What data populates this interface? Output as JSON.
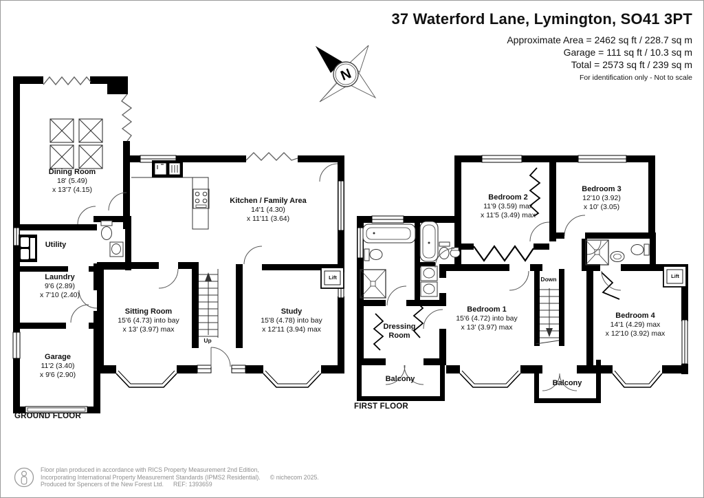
{
  "header": {
    "title": "37 Waterford Lane, Lymington, SO41 3PT",
    "line1": "Approximate Area = 2462 sq ft / 228.7 sq m",
    "line2": "Garage = 111 sq ft / 10.3 sq m",
    "line3": "Total = 2573 sq ft / 239 sq m",
    "disclaimer": "For identification only - Not to scale"
  },
  "compass": {
    "north": "N"
  },
  "ground": {
    "floor_label": "GROUND FLOOR",
    "dining": {
      "name": "Dining Room",
      "d1": "18' (5.49)",
      "d2": "x 13'7 (4.15)"
    },
    "kitchen": {
      "name": "Kitchen / Family Area",
      "d1": "14'1 (4.30)",
      "d2": "x 11'11 (3.64)"
    },
    "utility": {
      "name": "Utility"
    },
    "laundry": {
      "name": "Laundry",
      "d1": "9'6 (2.89)",
      "d2": "x 7'10 (2.40)"
    },
    "sitting": {
      "name": "Sitting Room",
      "d1": "15'6 (4.73) into bay",
      "d2": "x 13' (3.97) max"
    },
    "study": {
      "name": "Study",
      "d1": "15'8 (4.78) into bay",
      "d2": "x 12'11 (3.94) max"
    },
    "garage": {
      "name": "Garage",
      "d1": "11'2 (3.40)",
      "d2": "x 9'6 (2.90)"
    },
    "up": "Up",
    "lift": "Lift"
  },
  "first": {
    "floor_label": "FIRST FLOOR",
    "bedroom1": {
      "name": "Bedroom 1",
      "d1": "15'6 (4.72) into bay",
      "d2": "x 13' (3.97) max"
    },
    "bedroom2": {
      "name": "Bedroom 2",
      "d1": "11'9 (3.59) max",
      "d2": "x 11'5 (3.49) max"
    },
    "bedroom3": {
      "name": "Bedroom 3",
      "d1": "12'10 (3.92)",
      "d2": "x 10' (3.05)"
    },
    "bedroom4": {
      "name": "Bedroom 4",
      "d1": "14'1 (4.29) max",
      "d2": "x 12'10 (3.92) max"
    },
    "dressing": {
      "name": "Dressing Room"
    },
    "balcony_left": {
      "name": "Balcony"
    },
    "balcony_right": {
      "name": "Balcony"
    },
    "down": "Down",
    "lift": "Lift"
  },
  "footer": {
    "line1": "Floor plan produced in accordance with RICS Property Measurement 2nd Edition,",
    "line2": "Incorporating International Property Measurement Standards (IPMS2 Residential).",
    "copyright": "© nichecom 2025.",
    "line3": "Produced for Spencers of the New Forest Ltd.",
    "ref": "REF: 1393659"
  }
}
